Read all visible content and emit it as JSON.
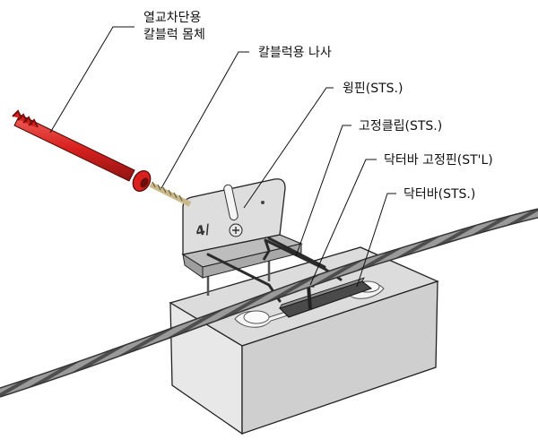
{
  "labels": {
    "anchor_line1": "열교차단용",
    "anchor_line2": "칼블럭 몸체",
    "screw": "칼블럭용 나사",
    "wing_pin": "윙핀(STS.)",
    "fix_clip": "고정클립(STS.)",
    "doctorbar_pin": "닥터바 고정핀(ST'L)",
    "doctorbar": "닥터바(STS.)"
  },
  "bracket_marks": {
    "letter": "4/"
  },
  "colors": {
    "anchor_red": "#d8211f",
    "block_top": "#dcdcdc",
    "block_front": "#cdcdcd",
    "block_side": "#e6e6e6",
    "steel": "#c8c8c8",
    "rod_dark": "#3a3a3a",
    "wire": "#7a7a7a"
  }
}
